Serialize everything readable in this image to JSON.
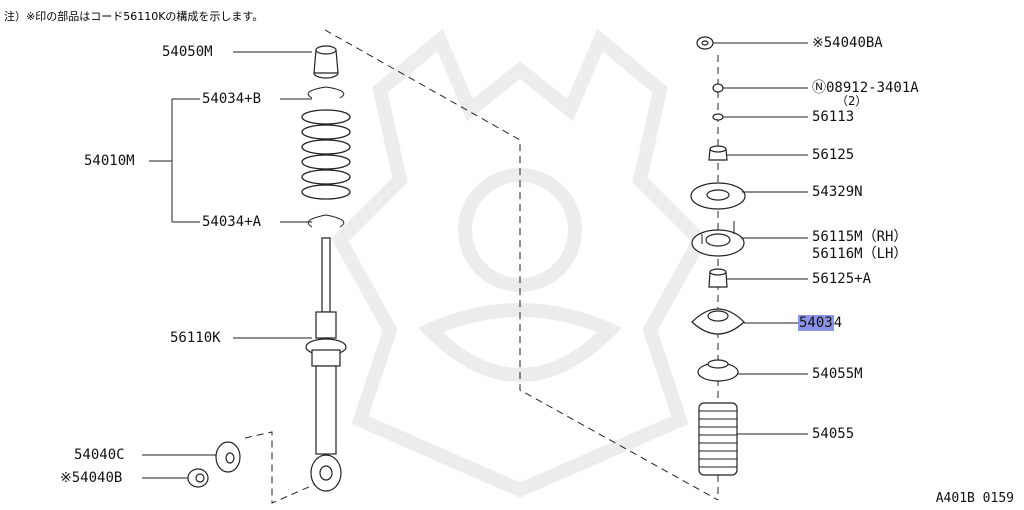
{
  "note": "注）※印の部品はコード56110Kの構成を示します。",
  "reference_code": "A401B 0159",
  "left_labels": {
    "p54050M": "54050M",
    "p54034B": "54034+B",
    "p54010M": "54010M",
    "p54034A": "54034+A",
    "p56110K": "56110K",
    "p54040C": "54040C",
    "p54040B": "※54040B"
  },
  "right_labels": {
    "p54040BA": "※54040BA",
    "p08912": "Ⓝ08912-3401A",
    "p08912_qty": "（2）",
    "p56113": "56113",
    "p56125": "56125",
    "p54329N": "54329N",
    "p56115M": "56115M（RH）",
    "p56116M": "56116M（LH）",
    "p56125A": "56125+A",
    "p54034_hl": "5403",
    "p54034_rest": "4",
    "p54055M": "54055M",
    "p54055": "54055"
  }
}
